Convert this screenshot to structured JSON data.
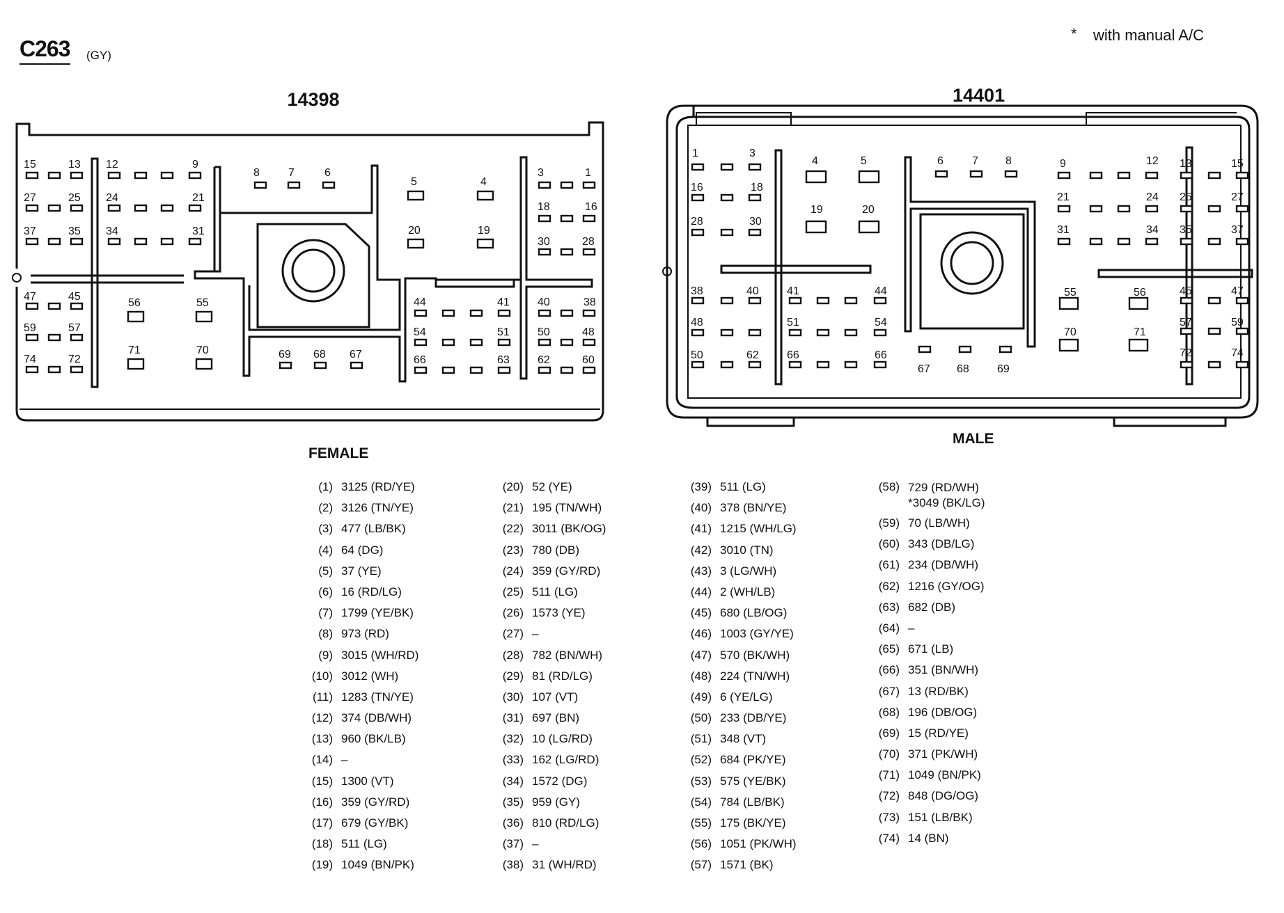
{
  "connector": {
    "id": "C263",
    "color_code": "(GY)"
  },
  "note": {
    "symbol": "*",
    "text": "with manual A/C"
  },
  "left_connector": {
    "part_number": "14398",
    "gender": "FEMALE"
  },
  "right_connector": {
    "part_number": "14401",
    "gender": "MALE"
  },
  "pins": [
    {
      "n": "(1)",
      "w": "3125 (RD/YE)"
    },
    {
      "n": "(2)",
      "w": "3126 (TN/YE)"
    },
    {
      "n": "(3)",
      "w": "477 (LB/BK)"
    },
    {
      "n": "(4)",
      "w": "64 (DG)"
    },
    {
      "n": "(5)",
      "w": "37 (YE)"
    },
    {
      "n": "(6)",
      "w": "16 (RD/LG)"
    },
    {
      "n": "(7)",
      "w": "1799 (YE/BK)"
    },
    {
      "n": "(8)",
      "w": "973 (RD)"
    },
    {
      "n": "(9)",
      "w": "3015 (WH/RD)"
    },
    {
      "n": "(10)",
      "w": "3012 (WH)"
    },
    {
      "n": "(11)",
      "w": "1283 (TN/YE)"
    },
    {
      "n": "(12)",
      "w": "374 (DB/WH)"
    },
    {
      "n": "(13)",
      "w": "960 (BK/LB)"
    },
    {
      "n": "(14)",
      "w": "–"
    },
    {
      "n": "(15)",
      "w": "1300 (VT)"
    },
    {
      "n": "(16)",
      "w": "359 (GY/RD)"
    },
    {
      "n": "(17)",
      "w": "679 (GY/BK)"
    },
    {
      "n": "(18)",
      "w": "511 (LG)"
    },
    {
      "n": "(19)",
      "w": "1049 (BN/PK)"
    },
    {
      "n": "(20)",
      "w": "52 (YE)"
    },
    {
      "n": "(21)",
      "w": "195 (TN/WH)"
    },
    {
      "n": "(22)",
      "w": "3011 (BK/OG)"
    },
    {
      "n": "(23)",
      "w": "780 (DB)"
    },
    {
      "n": "(24)",
      "w": "359 (GY/RD)"
    },
    {
      "n": "(25)",
      "w": "511 (LG)"
    },
    {
      "n": "(26)",
      "w": "1573 (YE)"
    },
    {
      "n": "(27)",
      "w": "–"
    },
    {
      "n": "(28)",
      "w": "782 (BN/WH)"
    },
    {
      "n": "(29)",
      "w": "81 (RD/LG)"
    },
    {
      "n": "(30)",
      "w": "107 (VT)"
    },
    {
      "n": "(31)",
      "w": "697 (BN)"
    },
    {
      "n": "(32)",
      "w": "10 (LG/RD)"
    },
    {
      "n": "(33)",
      "w": "162 (LG/RD)"
    },
    {
      "n": "(34)",
      "w": "1572 (DG)"
    },
    {
      "n": "(35)",
      "w": "959 (GY)"
    },
    {
      "n": "(36)",
      "w": "810 (RD/LG)"
    },
    {
      "n": "(37)",
      "w": "–"
    },
    {
      "n": "(38)",
      "w": "31 (WH/RD)"
    },
    {
      "n": "(39)",
      "w": "511 (LG)"
    },
    {
      "n": "(40)",
      "w": "378 (BN/YE)"
    },
    {
      "n": "(41)",
      "w": "1215 (WH/LG)"
    },
    {
      "n": "(42)",
      "w": "3010 (TN)"
    },
    {
      "n": "(43)",
      "w": "3 (LG/WH)"
    },
    {
      "n": "(44)",
      "w": "2 (WH/LB)"
    },
    {
      "n": "(45)",
      "w": "680 (LB/OG)"
    },
    {
      "n": "(46)",
      "w": "1003 (GY/YE)"
    },
    {
      "n": "(47)",
      "w": "570 (BK/WH)"
    },
    {
      "n": "(48)",
      "w": "224 (TN/WH)"
    },
    {
      "n": "(49)",
      "w": "6 (YE/LG)"
    },
    {
      "n": "(50)",
      "w": "233 (DB/YE)"
    },
    {
      "n": "(51)",
      "w": "348 (VT)"
    },
    {
      "n": "(52)",
      "w": "684 (PK/YE)"
    },
    {
      "n": "(53)",
      "w": "575 (YE/BK)"
    },
    {
      "n": "(54)",
      "w": "784 (LB/BK)"
    },
    {
      "n": "(55)",
      "w": "175 (BK/YE)"
    },
    {
      "n": "(56)",
      "w": "1051 (PK/WH)"
    },
    {
      "n": "(57)",
      "w": "1571 (BK)"
    },
    {
      "n": "(58)",
      "w": "729 (RD/WH)",
      "w2": "*3049 (BK/LG)"
    },
    {
      "n": "(59)",
      "w": "70 (LB/WH)"
    },
    {
      "n": "(60)",
      "w": "343 (DB/LG)"
    },
    {
      "n": "(61)",
      "w": "234 (DB/WH)"
    },
    {
      "n": "(62)",
      "w": "1216 (GY/OG)"
    },
    {
      "n": "(63)",
      "w": "682 (DB)"
    },
    {
      "n": "(64)",
      "w": "–"
    },
    {
      "n": "(65)",
      "w": "671 (LB)"
    },
    {
      "n": "(66)",
      "w": "351 (BN/WH)"
    },
    {
      "n": "(67)",
      "w": "13 (RD/BK)"
    },
    {
      "n": "(68)",
      "w": "196 (DB/OG)"
    },
    {
      "n": "(69)",
      "w": "15 (RD/YE)"
    },
    {
      "n": "(70)",
      "w": "371 (PK/WH)"
    },
    {
      "n": "(71)",
      "w": "1049 (BN/PK)"
    },
    {
      "n": "(72)",
      "w": "848 (DG/OG)"
    },
    {
      "n": "(73)",
      "w": "151 (LB/BK)"
    },
    {
      "n": "(74)",
      "w": "14 (BN)"
    }
  ],
  "left_cavity_labels": [
    "15",
    "13",
    "12",
    "9",
    "27",
    "25",
    "24",
    "21",
    "37",
    "35",
    "34",
    "31",
    "8",
    "7",
    "6",
    "5",
    "4",
    "20",
    "19",
    "3",
    "1",
    "18",
    "16",
    "30",
    "28",
    "47",
    "45",
    "56",
    "55",
    "59",
    "57",
    "71",
    "70",
    "74",
    "72",
    "69",
    "68",
    "67",
    "44",
    "41",
    "40",
    "38",
    "54",
    "51",
    "50",
    "48",
    "66",
    "63",
    "62",
    "60"
  ],
  "right_cavity_labels": [
    "1",
    "3",
    "16",
    "18",
    "28",
    "30",
    "4",
    "5",
    "19",
    "20",
    "6",
    "7",
    "8",
    "9",
    "12",
    "13",
    "15",
    "21",
    "24",
    "25",
    "27",
    "31",
    "34",
    "35",
    "37",
    "38",
    "40",
    "41",
    "44",
    "45",
    "47",
    "48",
    "51",
    "54",
    "55",
    "56",
    "57",
    "59",
    "50",
    "62",
    "66",
    "66",
    "67",
    "68",
    "69",
    "70",
    "71",
    "72",
    "74"
  ]
}
